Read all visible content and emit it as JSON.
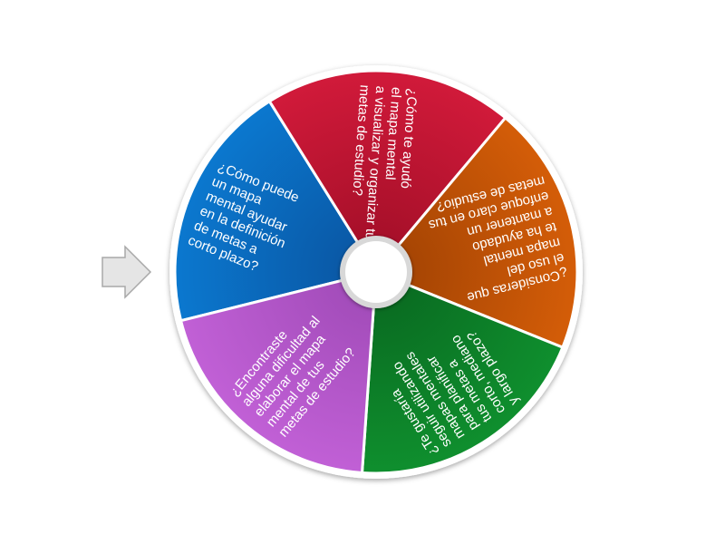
{
  "wheel": {
    "segments": [
      {
        "lines": [
          "¿Cómo puede",
          "un mapa",
          "mental ayudar",
          "en la definición",
          "de metas a",
          "corto plazo?"
        ],
        "color": "#0b78cf",
        "color_dark": "#0a5aa8"
      },
      {
        "lines": [
          "¿Cómo te ayudó",
          "el mapa mental",
          "a visualizar y organizar tus",
          "metas de estudio?"
        ],
        "color": "#d11a3a",
        "color_dark": "#a8102a"
      },
      {
        "lines": [
          "¿Consideras que",
          "el uso del",
          "mapa mental",
          "te ha ayudado",
          "a mantener un",
          "enfoque claro en tus",
          "metas de estudio?"
        ],
        "color": "#d45d08",
        "color_dark": "#a84604"
      },
      {
        "lines": [
          "¿Te gustaría",
          "seguir utilizando",
          "mapas mentales",
          "para planificar",
          "tus metas a",
          "corto, mediano",
          "y largo plazo?"
        ],
        "color": "#0f8f2e",
        "color_dark": "#0a6e22"
      },
      {
        "lines": [
          "¿Encontraste",
          "alguna dificultad al",
          "elaborar el mapa",
          "mental de tus",
          "metas de estudio?"
        ],
        "color": "#c160d6",
        "color_dark": "#a44dbb"
      }
    ]
  },
  "pointer": {
    "icon": "arrow-right-icon",
    "color": "#e5e5e5",
    "stroke": "#a8a8a8"
  },
  "hub": {
    "icon": "wheel-hub",
    "color": "#ffffff"
  }
}
